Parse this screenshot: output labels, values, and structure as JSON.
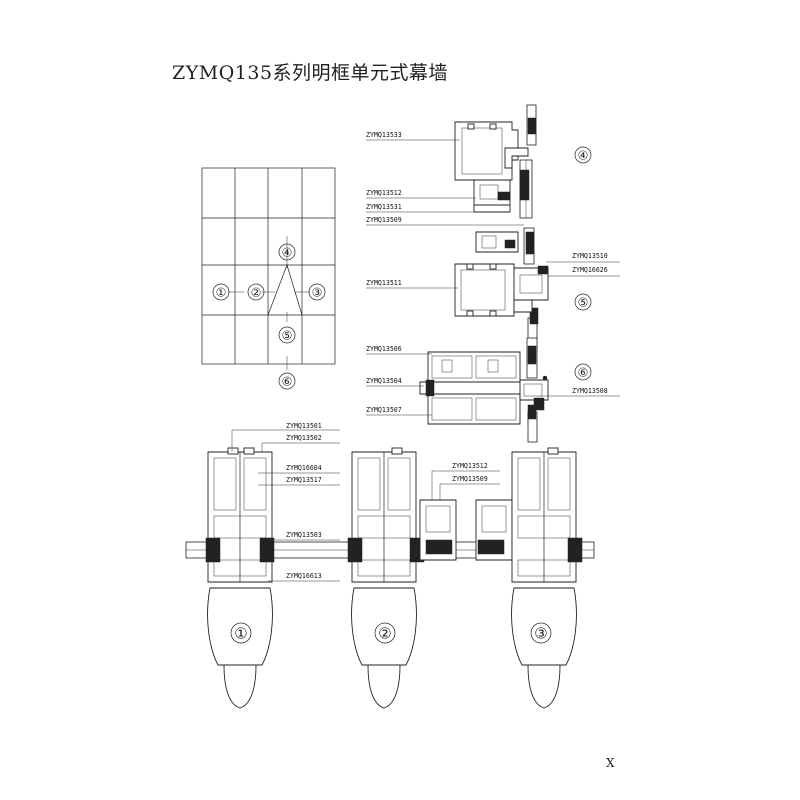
{
  "title": "ZYMQ135系列明框单元式幕墙",
  "page_number": "X",
  "elevation": {
    "callouts": [
      "①",
      "②",
      "③",
      "④",
      "⑤",
      "⑥"
    ]
  },
  "section_upper": {
    "labels": [
      "ZYMQ13533",
      "ZYMQ13512",
      "ZYMQ13531",
      "ZYMQ13509"
    ],
    "callout": "④"
  },
  "section_middle": {
    "labels_left": [
      "ZYMQ13511"
    ],
    "labels_right": [
      "ZYMQ13510",
      "ZYMQ16626"
    ],
    "callout": "⑤"
  },
  "section_lower": {
    "labels_left": [
      "ZYMQ13506",
      "ZYMQ13504",
      "ZYMQ13507"
    ],
    "labels_right": [
      "ZYMQ13508"
    ],
    "callout": "⑥"
  },
  "plan_section": {
    "labels_left": [
      "ZYMQ13501",
      "ZYMQ13502",
      "ZYMQ16604",
      "ZYMQ13517",
      "ZYMQ13503",
      "ZYMQ16613"
    ],
    "labels_center": [
      "ZYMQ13512",
      "ZYMQ13509"
    ],
    "callouts": [
      "①",
      "②",
      "③"
    ]
  }
}
